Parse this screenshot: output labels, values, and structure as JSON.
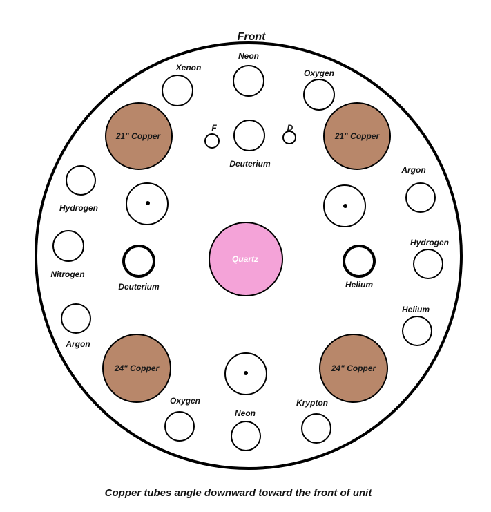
{
  "header": {
    "front_label": "Front"
  },
  "caption": "Copper tubes angle downward toward the front of unit",
  "colors": {
    "copper": "#b8876a",
    "quartz": "#f4a3d8",
    "outline": "#000000",
    "background": "#ffffff"
  },
  "top_small": {
    "left_label": "F",
    "right_label": "D"
  },
  "tubes": {
    "neon_top": "Neon",
    "xenon": "Xenon",
    "oxygen_top": "Oxygen",
    "deuterium_top": "Deuterium",
    "argon_right": "Argon",
    "hydrogen_left": "Hydrogen",
    "hydrogen_right": "Hydrogen",
    "nitrogen": "Nitrogen",
    "deuterium_mid": "Deuterium",
    "helium_mid": "Helium",
    "helium_right": "Helium",
    "argon_left": "Argon",
    "oxygen_bottom": "Oxygen",
    "neon_bottom": "Neon",
    "krypton": "Krypton"
  },
  "copper_tubes": {
    "top_left": "21\" Copper",
    "top_right": "21\" Copper",
    "bottom_left": "24\" Copper",
    "bottom_right": "24\" Copper"
  },
  "center": {
    "quartz": "Quartz"
  }
}
